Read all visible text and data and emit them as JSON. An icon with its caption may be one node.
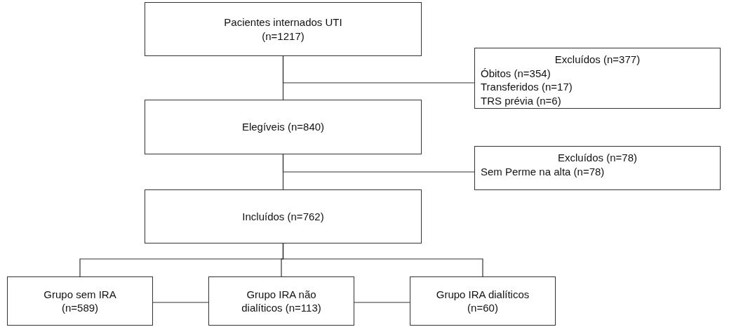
{
  "diagram": {
    "nodes": [
      {
        "text": [
          "Pacientes internados UTI (n=1217)"
        ]
      },
      {
        "text": [
          "Excluídos (n=377)",
          "Óbitos (n=354)",
          "Transferidos (n=17)",
          "TRS prévia (n=6)"
        ]
      },
      {
        "text": [
          "Elegíveis (n=840)"
        ]
      },
      {
        "text": [
          "Excluídos (n=78)",
          "Sem Perme na alta (n=78)"
        ]
      },
      {
        "text": [
          "Incluídos (n=762)"
        ]
      },
      {
        "text": [
          "Grupo sem IRA (n=589)"
        ]
      },
      {
        "text": [
          "Grupo IRA não dialíticos (n=113)"
        ]
      },
      {
        "text": [
          "Grupo IRA dialíticos (n=60)"
        ]
      }
    ],
    "edges": [
      {
        "from": 0,
        "to": 2,
        "arrow": "none"
      },
      {
        "from": 0,
        "to": 1,
        "arrow": "none"
      },
      {
        "from": 2,
        "to": 4,
        "arrow": "none"
      },
      {
        "from": 2,
        "to": 3,
        "arrow": "none"
      },
      {
        "from": 4,
        "to": 5,
        "arrow": "none"
      },
      {
        "from": 4,
        "to": 6,
        "arrow": "none"
      },
      {
        "from": 4,
        "to": 7,
        "arrow": "none"
      },
      {
        "from": 5,
        "to": 6,
        "arrow": "none"
      },
      {
        "from": 6,
        "to": 7,
        "arrow": "none"
      }
    ]
  }
}
